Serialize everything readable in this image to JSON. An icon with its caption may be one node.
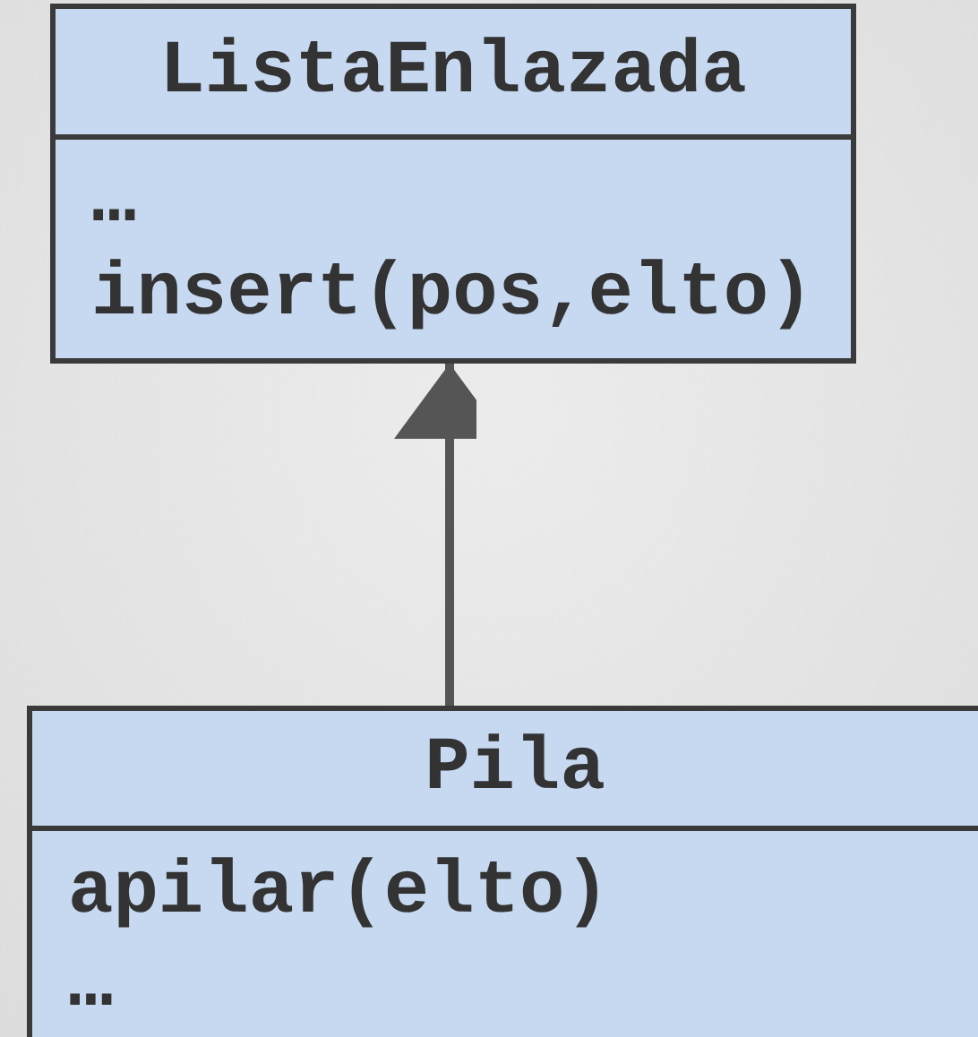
{
  "diagram": {
    "nodes": [
      {
        "text": [
          "ListaEnlazada",
          "…",
          "insert(pos,elto)"
        ]
      },
      {
        "text": [
          "Pila",
          "apilar(elto)",
          "…"
        ]
      }
    ],
    "edges": [
      {
        "from": 1,
        "to": 0,
        "arrow": "to"
      }
    ]
  }
}
